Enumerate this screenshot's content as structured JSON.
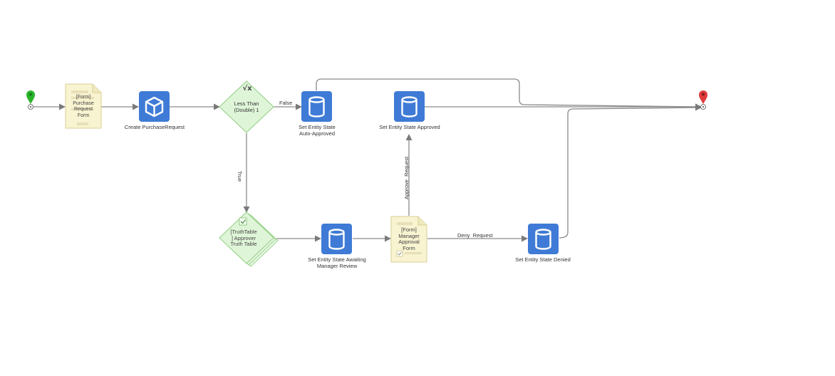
{
  "colors": {
    "node_blue": "#3f7bd6",
    "decision_fill": "#dff5d8",
    "decision_stroke": "#9bd48e",
    "form_fill": "#f8f3d0",
    "form_stroke": "#d9cf95",
    "connector": "#7a7a7a",
    "start_pin": "#2ab52a",
    "end_pin": "#e03c3c"
  },
  "nodes": {
    "start": {
      "icon": "map-pin-icon"
    },
    "form_purchase": {
      "label": "[Form]\nPurchase\nRequest\nForm",
      "icon": "form-document-icon"
    },
    "create_purchase": {
      "label": "Create PurchaseRequest",
      "icon": "cube-icon"
    },
    "decision": {
      "label": "Less Than\n(Double) 1",
      "icon": "square-root-icon",
      "icon_text": "√x"
    },
    "auto_approved": {
      "label": "Set Entity State\nAuto-Approved",
      "icon": "database-icon"
    },
    "approved": {
      "label": "Set Entity State Approved",
      "icon": "database-icon"
    },
    "truth_table": {
      "label": "[TruthTable\n] Approver\nTruth Table",
      "icon": "checkmark-icon"
    },
    "awaiting": {
      "label": "Set Entity State Awaiting\nManager Review",
      "icon": "database-icon"
    },
    "form_manager": {
      "label": "[Form]\nManager\nApproval\nForm",
      "icon": "form-document-icon"
    },
    "denied": {
      "label": "Set Entity State Denied",
      "icon": "database-icon"
    },
    "end": {
      "icon": "map-pin-icon"
    }
  },
  "edges": {
    "false_label": "False",
    "true_label": "True",
    "approve_label": "Approve  Request",
    "deny_label": "Deny  Request"
  }
}
